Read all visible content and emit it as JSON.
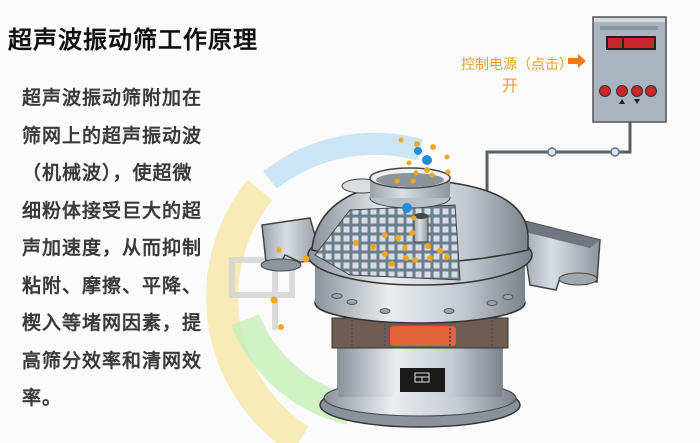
{
  "title": "超声波振动筛工作原理",
  "description_lines": [
    "超声波振动筛附加在",
    "筛网上的超声振动波",
    "（机械波），使超微",
    "细粉体接受巨大的超",
    "声加速度，从而抑制",
    "粘附、摩擦、平降、",
    "楔入等堵网因素，提",
    "高筛分效率和清网效",
    "率。"
  ],
  "control": {
    "label": "控制电源（点击）",
    "state": "开",
    "arrow_color": "#f07a1e",
    "panel_color": "#a9b4c0",
    "display_color": "#c8242a",
    "button_color": "#c8242a",
    "button_count": 4
  },
  "colors": {
    "particle_orange": "#f2a81c",
    "particle_blue": "#1f8ee0",
    "arc_yellow": "#f6e7a6",
    "arc_blue": "#bfe0f3",
    "arc_green": "#c6f0b6",
    "spring_color": "#e0643a"
  }
}
